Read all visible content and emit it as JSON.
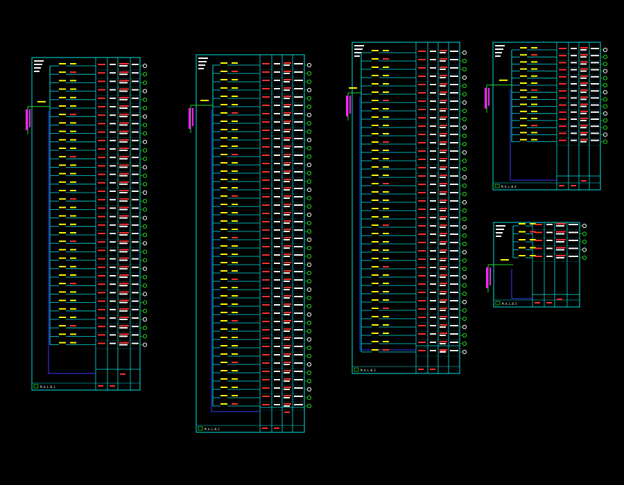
{
  "colors": {
    "background": "#000000",
    "frame": "#00e5e5",
    "busbar": "#3a3aff",
    "breaker_text": "#ffff00",
    "red_text": "#ff3030",
    "white_text": "#ffffff",
    "green": "#22dd22",
    "magenta": "#ff22ff"
  },
  "icons": {
    "circuit_end": "circle-marker-icon",
    "breaker": "breaker-symbol-icon"
  },
  "panels": [
    {
      "id": "panel-1",
      "circuit_rows": 34,
      "footer_label": "M.A.L.B.1"
    },
    {
      "id": "panel-2",
      "circuit_rows": 42,
      "footer_label": "M.A.L.B.2"
    },
    {
      "id": "panel-3",
      "circuit_rows": 37,
      "footer_label": "M.A.L.B.3"
    },
    {
      "id": "panel-4",
      "circuit_rows": 14,
      "footer_label": "M.A.L.B.4"
    },
    {
      "id": "panel-5",
      "circuit_rows": 5,
      "footer_label": "M.A.L.B.5"
    }
  ]
}
